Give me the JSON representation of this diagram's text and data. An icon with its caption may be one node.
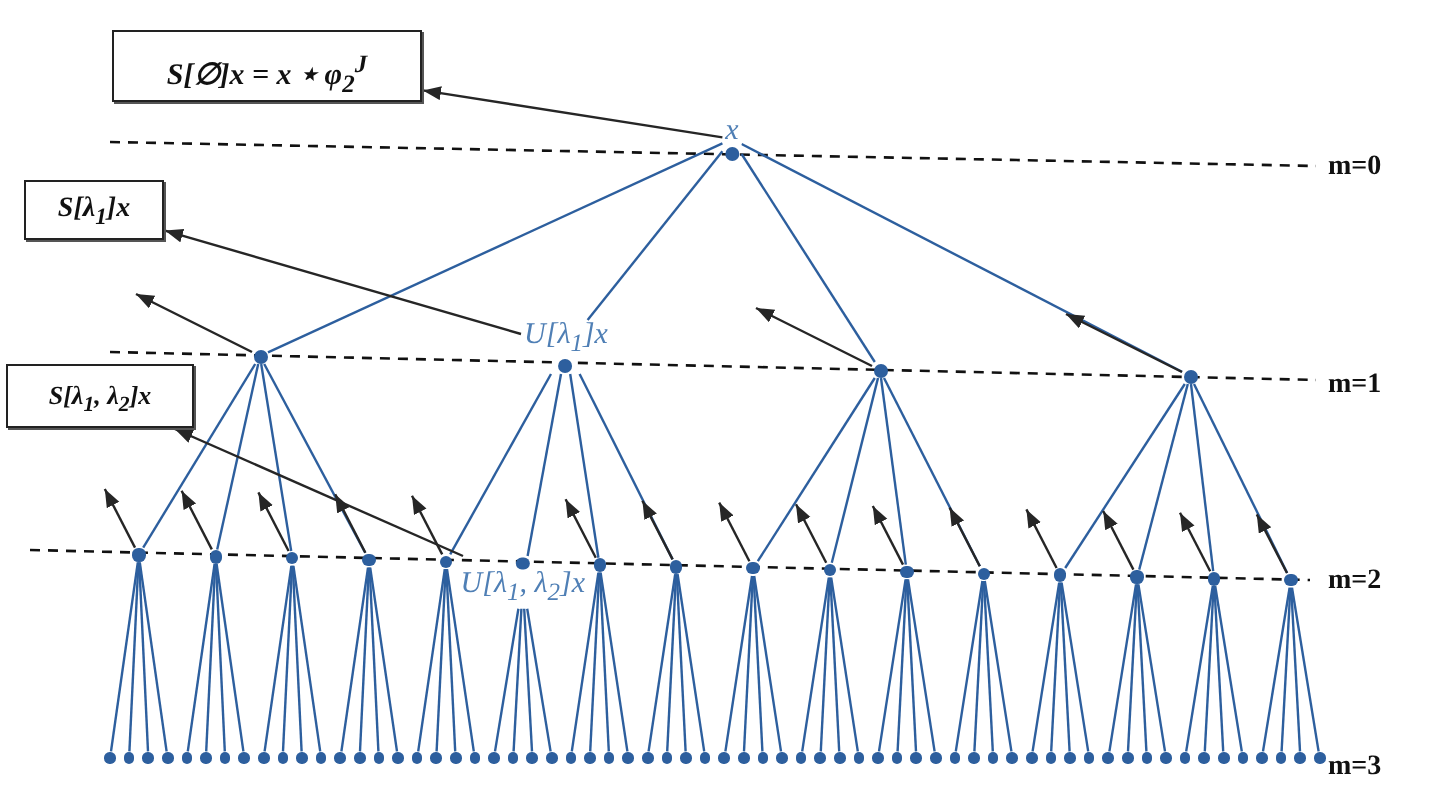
{
  "diagram": {
    "nodes": [
      {
        "text": [
          "S[∅]x = x ⋆ φ$_{2}$$^{J}$"
        ]
      },
      {
        "text": [
          "x"
        ]
      },
      {
        "text": [
          "S[λ$_{1}$]x"
        ]
      },
      {
        "text": [],
        "shape": "circle"
      },
      {
        "text": [
          "U[λ$_{1}$]x"
        ]
      },
      {
        "text": [],
        "shape": "circle"
      },
      {
        "text": [],
        "shape": "circle"
      },
      {
        "text": [
          "S[λ$_{1}$, λ$_{2}$]x"
        ]
      },
      {
        "text": [],
        "shape": "circle"
      },
      {
        "text": [],
        "shape": "circle"
      },
      {
        "text": [],
        "shape": "circle"
      },
      {
        "text": [],
        "shape": "circle"
      },
      {
        "text": [],
        "shape": "circle"
      },
      {
        "text": [
          "U[λ$_{1}$, λ$_{2}$]x"
        ]
      },
      {
        "text": [],
        "shape": "circle"
      },
      {
        "text": [],
        "shape": "circle"
      },
      {
        "text": [],
        "shape": "circle"
      },
      {
        "text": [],
        "shape": "circle"
      },
      {
        "text": [],
        "shape": "circle"
      },
      {
        "text": [],
        "shape": "circle"
      },
      {
        "text": [],
        "shape": "circle"
      },
      {
        "text": [],
        "shape": "circle"
      },
      {
        "text": [],
        "shape": "circle"
      },
      {
        "text": [],
        "shape": "circle"
      },
      {
        "text": [],
        "shape": "circle"
      },
      {
        "text": [],
        "shape": "circle"
      },
      {
        "text": [],
        "shape": "circle"
      },
      {
        "text": [],
        "shape": "circle"
      },
      {
        "text": [],
        "shape": "circle"
      },
      {
        "text": [],
        "shape": "circle"
      },
      {
        "text": [],
        "shape": "circle"
      },
      {
        "text": [],
        "shape": "circle"
      },
      {
        "text": [],
        "shape": "circle"
      },
      {
        "text": [],
        "shape": "circle"
      },
      {
        "text": [],
        "shape": "circle"
      },
      {
        "text": [],
        "shape": "circle"
      },
      {
        "text": [],
        "shape": "circle"
      },
      {
        "text": [],
        "shape": "circle"
      },
      {
        "text": [],
        "shape": "circle"
      },
      {
        "text": [],
        "shape": "circle"
      },
      {
        "text": [],
        "shape": "circle"
      },
      {
        "text": [],
        "shape": "circle"
      },
      {
        "text": [],
        "shape": "circle"
      },
      {
        "text": [],
        "shape": "circle"
      },
      {
        "text": [],
        "shape": "circle"
      },
      {
        "text": [],
        "shape": "circle"
      },
      {
        "text": [],
        "shape": "circle"
      },
      {
        "text": [],
        "shape": "circle"
      },
      {
        "text": [],
        "shape": "circle"
      },
      {
        "text": [],
        "shape": "circle"
      },
      {
        "text": [],
        "shape": "circle"
      },
      {
        "text": [],
        "shape": "circle"
      },
      {
        "text": [],
        "shape": "circle"
      },
      {
        "text": [],
        "shape": "circle"
      },
      {
        "text": [],
        "shape": "circle"
      },
      {
        "text": [],
        "shape": "circle"
      },
      {
        "text": [],
        "shape": "circle"
      },
      {
        "text": [],
        "shape": "circle"
      },
      {
        "text": [],
        "shape": "circle"
      },
      {
        "text": [],
        "shape": "circle"
      },
      {
        "text": [],
        "shape": "circle"
      },
      {
        "text": [],
        "shape": "circle"
      },
      {
        "text": [],
        "shape": "circle"
      },
      {
        "text": [],
        "shape": "circle"
      },
      {
        "text": [],
        "shape": "circle"
      },
      {
        "text": [],
        "shape": "circle"
      },
      {
        "text": [],
        "shape": "circle"
      },
      {
        "text": [],
        "shape": "circle"
      },
      {
        "text": [],
        "shape": "circle"
      },
      {
        "text": [],
        "shape": "circle"
      },
      {
        "text": [],
        "shape": "circle"
      },
      {
        "text": [],
        "shape": "circle"
      },
      {
        "text": [],
        "shape": "circle"
      },
      {
        "text": [],
        "shape": "circle"
      },
      {
        "text": [],
        "shape": "circle"
      },
      {
        "text": [],
        "shape": "circle"
      },
      {
        "text": [],
        "shape": "circle"
      },
      {
        "text": [],
        "shape": "circle"
      },
      {
        "text": [],
        "shape": "circle"
      },
      {
        "text": [],
        "shape": "circle"
      },
      {
        "text": [],
        "shape": "circle"
      },
      {
        "text": [],
        "shape": "circle"
      },
      {
        "text": [],
        "shape": "circle"
      },
      {
        "text": [],
        "shape": "circle"
      },
      {
        "text": [],
        "shape": "circle"
      },
      {
        "text": [],
        "shape": "circle"
      },
      {
        "text": [],
        "shape": "circle"
      },
      {
        "text": [],
        "shape": "circle"
      }
    ],
    "edges": [
      {
        "from": 1,
        "to": 0,
        "arrow": "to",
        "color": "#262626"
      },
      {
        "from": 1,
        "to": 3,
        "arrow": "none"
      },
      {
        "from": 1,
        "to": 4,
        "arrow": "none"
      },
      {
        "from": 1,
        "to": 5,
        "arrow": "none"
      },
      {
        "from": 1,
        "to": 6,
        "arrow": "none"
      },
      {
        "from": 3,
        "to": null,
        "arrow": "to",
        "color": "#262626"
      },
      {
        "from": 4,
        "to": 2,
        "arrow": "to",
        "color": "#262626"
      },
      {
        "from": 5,
        "to": null,
        "arrow": "to",
        "color": "#262626"
      },
      {
        "from": 6,
        "to": null,
        "arrow": "to",
        "color": "#262626"
      },
      {
        "from": 3,
        "to": 8,
        "arrow": "none"
      },
      {
        "from": 3,
        "to": 9,
        "arrow": "none"
      },
      {
        "from": 3,
        "to": 10,
        "arrow": "none"
      },
      {
        "from": 3,
        "to": 11,
        "arrow": "none"
      },
      {
        "from": 4,
        "to": 12,
        "arrow": "none"
      },
      {
        "from": 4,
        "to": 13,
        "arrow": "none"
      },
      {
        "from": 4,
        "to": 14,
        "arrow": "none"
      },
      {
        "from": 4,
        "to": 15,
        "arrow": "none"
      },
      {
        "from": 5,
        "to": 16,
        "arrow": "none"
      },
      {
        "from": 5,
        "to": 17,
        "arrow": "none"
      },
      {
        "from": 5,
        "to": 18,
        "arrow": "none"
      },
      {
        "from": 5,
        "to": 19,
        "arrow": "none"
      },
      {
        "from": 6,
        "to": 20,
        "arrow": "none"
      },
      {
        "from": 6,
        "to": 21,
        "arrow": "none"
      },
      {
        "from": 6,
        "to": 22,
        "arrow": "none"
      },
      {
        "from": 6,
        "to": 23,
        "arrow": "none"
      },
      {
        "from": 8,
        "to": null,
        "arrow": "to",
        "color": "#262626"
      },
      {
        "from": 9,
        "to": null,
        "arrow": "to",
        "color": "#262626"
      },
      {
        "from": 10,
        "to": null,
        "arrow": "to",
        "color": "#262626"
      },
      {
        "from": 11,
        "to": null,
        "arrow": "to",
        "color": "#262626"
      },
      {
        "from": 12,
        "to": null,
        "arrow": "to",
        "color": "#262626"
      },
      {
        "from": 13,
        "to": 7,
        "arrow": "to",
        "color": "#262626"
      },
      {
        "from": 14,
        "to": null,
        "arrow": "to",
        "color": "#262626"
      },
      {
        "from": 15,
        "to": null,
        "arrow": "to",
        "color": "#262626"
      },
      {
        "from": 16,
        "to": null,
        "arrow": "to",
        "color": "#262626"
      },
      {
        "from": 17,
        "to": null,
        "arrow": "to",
        "color": "#262626"
      },
      {
        "from": 18,
        "to": null,
        "arrow": "to",
        "color": "#262626"
      },
      {
        "from": 19,
        "to": null,
        "arrow": "to",
        "color": "#262626"
      },
      {
        "from": 20,
        "to": null,
        "arrow": "to",
        "color": "#262626"
      },
      {
        "from": 21,
        "to": null,
        "arrow": "to",
        "color": "#262626"
      },
      {
        "from": 22,
        "to": null,
        "arrow": "to",
        "color": "#262626"
      },
      {
        "from": 23,
        "to": null,
        "arrow": "to",
        "color": "#262626"
      },
      {
        "from": 8,
        "to": 24,
        "arrow": "none"
      },
      {
        "from": 8,
        "to": 25,
        "arrow": "none"
      },
      {
        "from": 8,
        "to": 26,
        "arrow": "none"
      },
      {
        "from": 8,
        "to": 27,
        "arrow": "none"
      },
      {
        "from": 9,
        "to": 28,
        "arrow": "none"
      },
      {
        "from": 9,
        "to": 29,
        "arrow": "none"
      },
      {
        "from": 9,
        "to": 30,
        "arrow": "none"
      },
      {
        "from": 9,
        "to": 31,
        "arrow": "none"
      },
      {
        "from": 10,
        "to": 32,
        "arrow": "none"
      },
      {
        "from": 10,
        "to": 33,
        "arrow": "none"
      },
      {
        "from": 10,
        "to": 34,
        "arrow": "none"
      },
      {
        "from": 10,
        "to": 35,
        "arrow": "none"
      },
      {
        "from": 11,
        "to": 36,
        "arrow": "none"
      },
      {
        "from": 11,
        "to": 37,
        "arrow": "none"
      },
      {
        "from": 11,
        "to": 38,
        "arrow": "none"
      },
      {
        "from": 11,
        "to": 39,
        "arrow": "none"
      },
      {
        "from": 12,
        "to": 40,
        "arrow": "none"
      },
      {
        "from": 12,
        "to": 41,
        "arrow": "none"
      },
      {
        "from": 12,
        "to": 42,
        "arrow": "none"
      },
      {
        "from": 12,
        "to": 43,
        "arrow": "none"
      },
      {
        "from": 13,
        "to": 44,
        "arrow": "none"
      },
      {
        "from": 13,
        "to": 45,
        "arrow": "none"
      },
      {
        "from": 13,
        "to": 46,
        "arrow": "none"
      },
      {
        "from": 13,
        "to": 47,
        "arrow": "none"
      },
      {
        "from": 14,
        "to": 48,
        "arrow": "none"
      },
      {
        "from": 14,
        "to": 49,
        "arrow": "none"
      },
      {
        "from": 14,
        "to": 50,
        "arrow": "none"
      },
      {
        "from": 14,
        "to": 51,
        "arrow": "none"
      },
      {
        "from": 15,
        "to": 52,
        "arrow": "none"
      },
      {
        "from": 15,
        "to": 53,
        "arrow": "none"
      },
      {
        "from": 15,
        "to": 54,
        "arrow": "none"
      },
      {
        "from": 15,
        "to": 55,
        "arrow": "none"
      },
      {
        "from": 16,
        "to": 56,
        "arrow": "none"
      },
      {
        "from": 16,
        "to": 57,
        "arrow": "none"
      },
      {
        "from": 16,
        "to": 58,
        "arrow": "none"
      },
      {
        "from": 16,
        "to": 59,
        "arrow": "none"
      },
      {
        "from": 17,
        "to": 60,
        "arrow": "none"
      },
      {
        "from": 17,
        "to": 61,
        "arrow": "none"
      },
      {
        "from": 17,
        "to": 62,
        "arrow": "none"
      },
      {
        "from": 17,
        "to": 63,
        "arrow": "none"
      },
      {
        "from": 18,
        "to": 64,
        "arrow": "none"
      },
      {
        "from": 18,
        "to": 65,
        "arrow": "none"
      },
      {
        "from": 18,
        "to": 66,
        "arrow": "none"
      },
      {
        "from": 18,
        "to": 67,
        "arrow": "none"
      },
      {
        "from": 19,
        "to": 68,
        "arrow": "none"
      },
      {
        "from": 19,
        "to": 69,
        "arrow": "none"
      },
      {
        "from": 19,
        "to": 70,
        "arrow": "none"
      },
      {
        "from": 19,
        "to": 71,
        "arrow": "none"
      },
      {
        "from": 20,
        "to": 72,
        "arrow": "none"
      },
      {
        "from": 20,
        "to": 73,
        "arrow": "none"
      },
      {
        "from": 20,
        "to": 74,
        "arrow": "none"
      },
      {
        "from": 20,
        "to": 75,
        "arrow": "none"
      },
      {
        "from": 21,
        "to": 76,
        "arrow": "none"
      },
      {
        "from": 21,
        "to": 77,
        "arrow": "none"
      },
      {
        "from": 21,
        "to": 78,
        "arrow": "none"
      },
      {
        "from": 21,
        "to": 79,
        "arrow": "none"
      },
      {
        "from": 22,
        "to": 80,
        "arrow": "none"
      },
      {
        "from": 22,
        "to": 81,
        "arrow": "none"
      },
      {
        "from": 22,
        "to": 82,
        "arrow": "none"
      },
      {
        "from": 22,
        "to": 83,
        "arrow": "none"
      },
      {
        "from": 23,
        "to": 84,
        "arrow": "none"
      },
      {
        "from": 23,
        "to": 85,
        "arrow": "none"
      },
      {
        "from": 23,
        "to": 86,
        "arrow": "none"
      },
      {
        "from": 23,
        "to": 87,
        "arrow": "none"
      }
    ],
    "labels": [
      "m=0",
      "m=1",
      "m=2",
      "m=3"
    ]
  }
}
